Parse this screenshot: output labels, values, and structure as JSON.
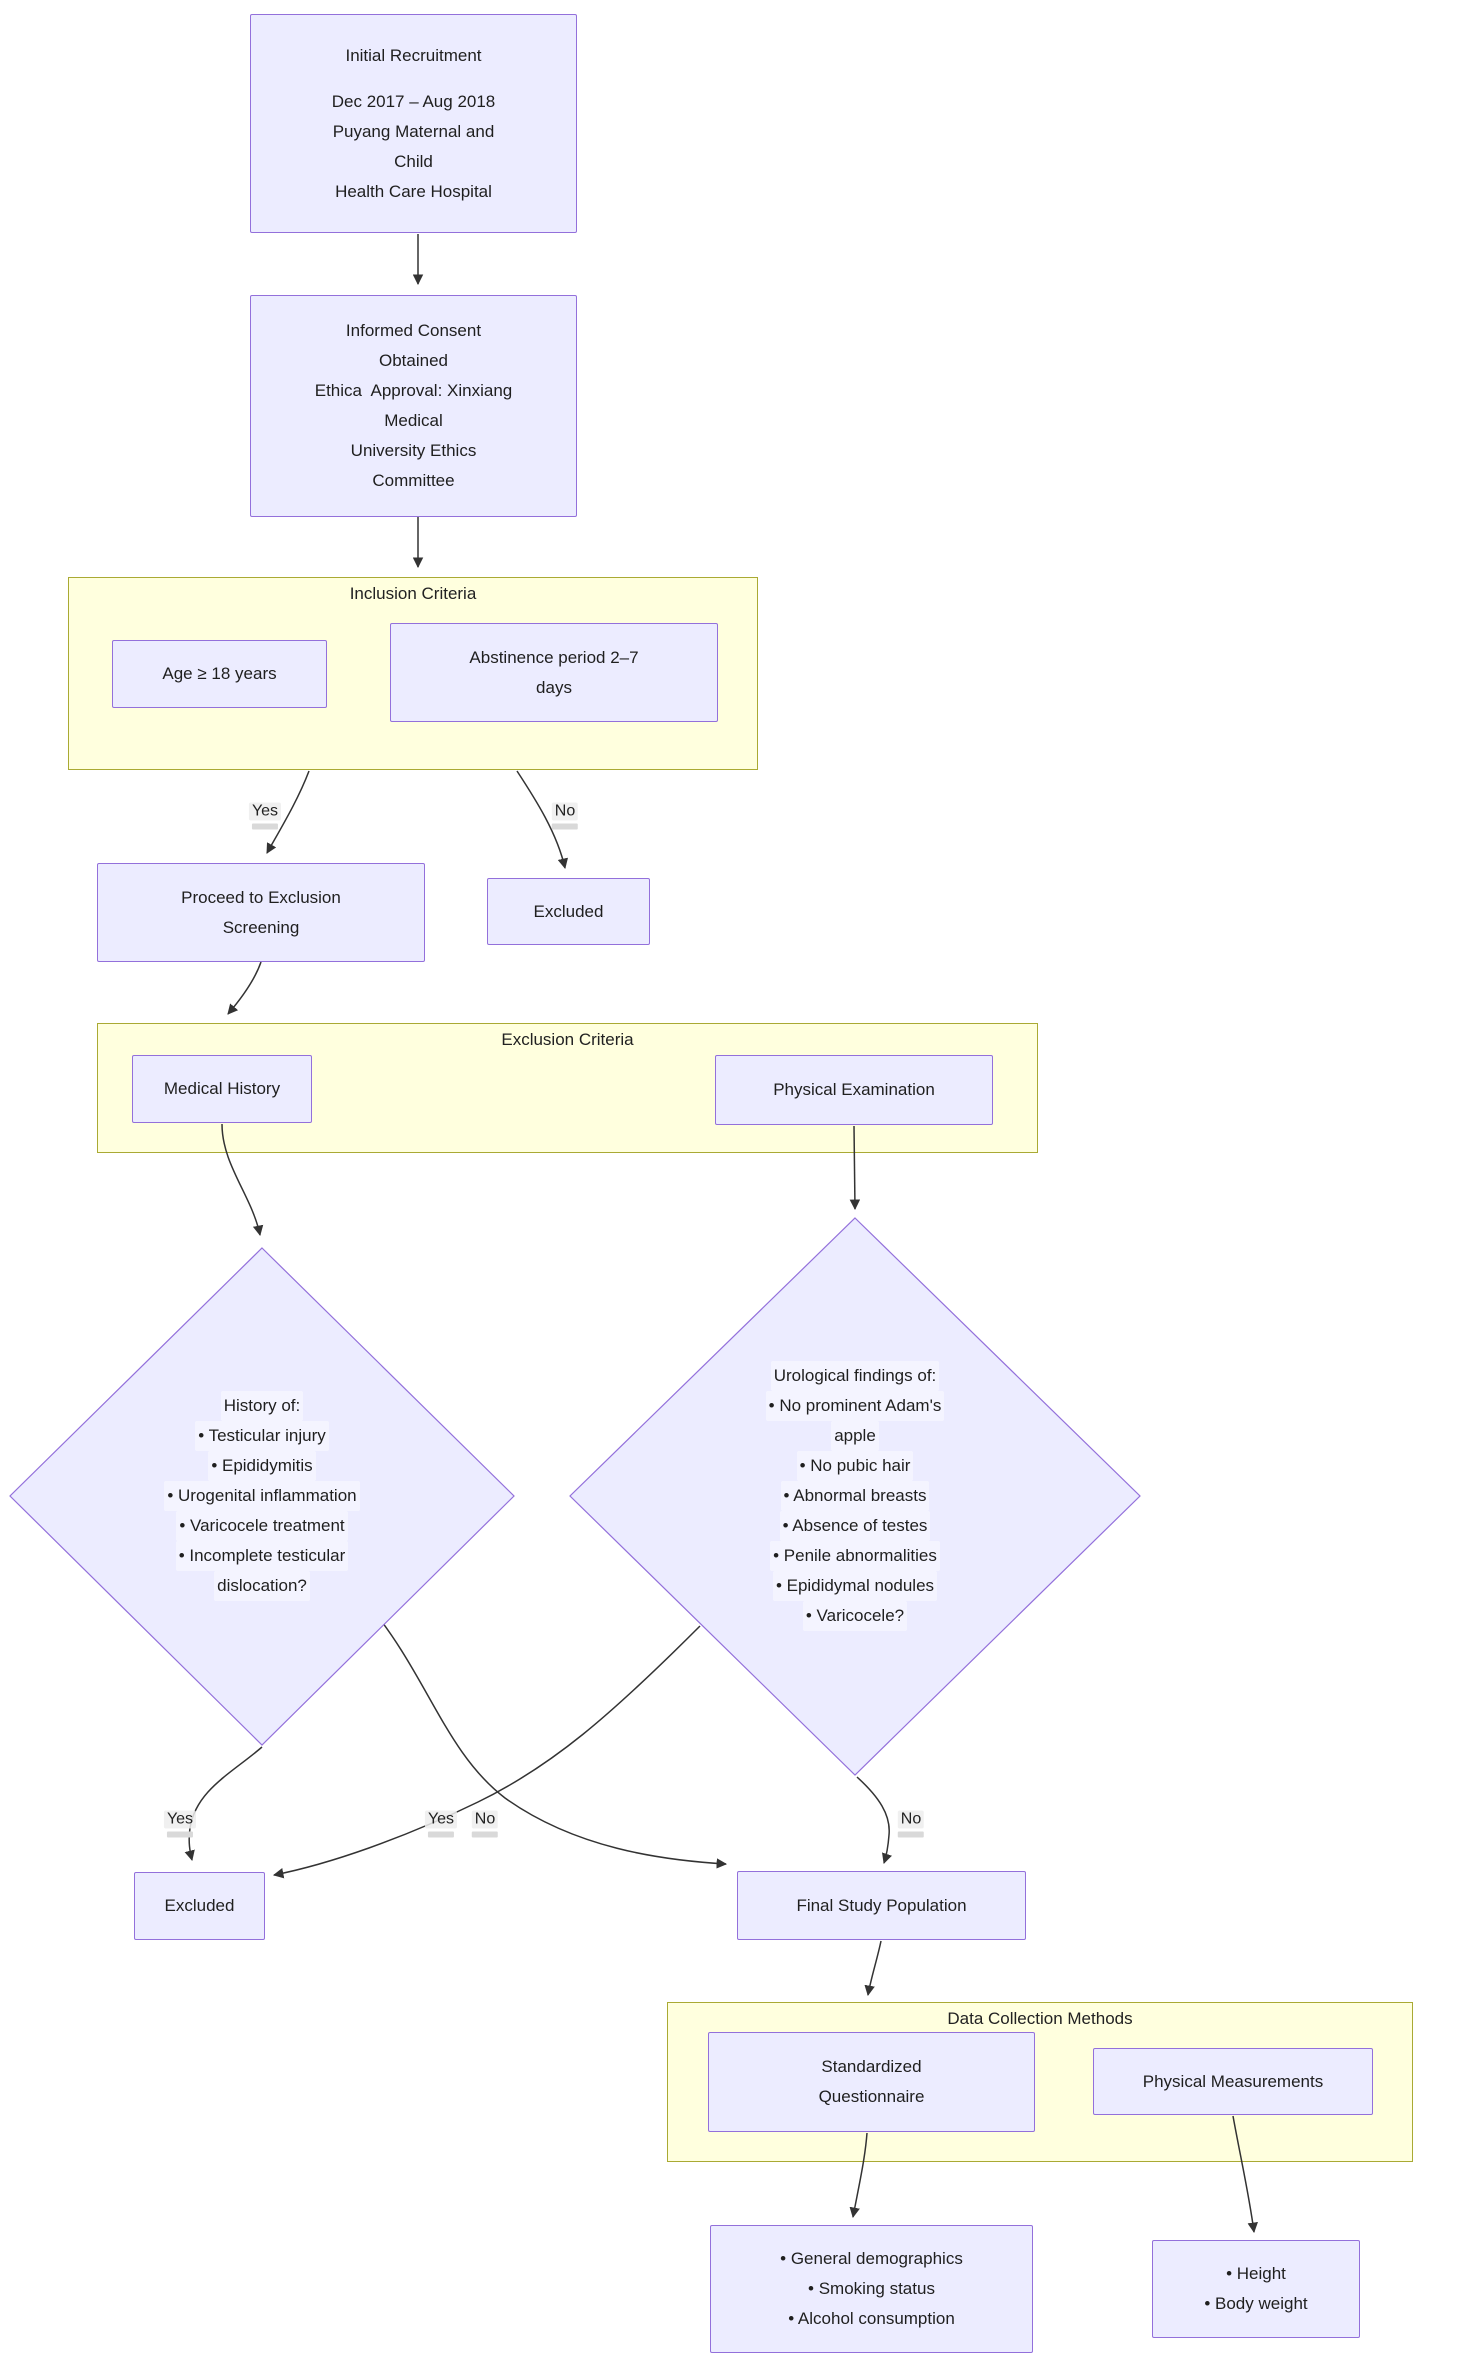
{
  "colors": {
    "node_fill": "#ECECFF",
    "node_border": "#9370DB",
    "cluster_fill": "#FFFFDE",
    "cluster_border": "#AAAA33",
    "edge": "#333333",
    "text": "#1F1F1F",
    "label_dash": "#D9D9D9",
    "background": "#FFFFFF"
  },
  "clusters": {
    "inclusion": {
      "title": "Inclusion Criteria"
    },
    "exclusion": {
      "title": "Exclusion Criteria"
    },
    "data_collection": {
      "title": "Data Collection Methods"
    }
  },
  "nodes": {
    "initial": {
      "lines": [
        "Initial Recruitment",
        "Dec 2017 – Aug 2018",
        "Puyang Maternal and",
        "Child",
        "Health Care Hospital"
      ]
    },
    "consent": {
      "lines": [
        "Informed Consent",
        "Obtained",
        "Ethica  Approval: Xinxiang",
        "Medical",
        "University Ethics",
        "Committee"
      ]
    },
    "age": {
      "lines": [
        "Age ≥ 18 years"
      ]
    },
    "abstinence": {
      "lines": [
        "Abstinence period 2–7",
        "days"
      ]
    },
    "proceed": {
      "lines": [
        "Proceed to Exclusion",
        "Screening"
      ]
    },
    "excluded1": {
      "lines": [
        "Excluded"
      ]
    },
    "medical_history": {
      "lines": [
        "Medical History"
      ]
    },
    "physical_exam": {
      "lines": [
        "Physical Examination"
      ]
    },
    "history_diamond": {
      "lines": [
        "History of:",
        "• Testicular injury",
        "• Epididymitis",
        "• Urogenital inflammation",
        "• Varicocele treatment",
        "• Incomplete testicular",
        "dislocation?"
      ]
    },
    "urological_diamond": {
      "lines": [
        "Urological findings of:",
        "• No prominent Adam's",
        "apple",
        "• No pubic hair",
        "• Abnormal breasts",
        "• Absence of testes",
        "• Penile abnormalities",
        "• Epididymal nodules",
        "• Varicocele?"
      ]
    },
    "excluded2": {
      "lines": [
        "Excluded"
      ]
    },
    "final_population": {
      "lines": [
        "Final Study Population"
      ]
    },
    "questionnaire": {
      "lines": [
        "Standardized",
        "Questionnaire"
      ]
    },
    "measurements": {
      "lines": [
        "Physical Measurements"
      ]
    },
    "demographics": {
      "lines": [
        "• General demographics",
        "• Smoking status",
        "• Alcohol consumption"
      ]
    },
    "height_weight": {
      "lines": [
        "• Height",
        "• Body weight"
      ]
    }
  },
  "edge_labels": {
    "incl_yes": "Yes",
    "incl_no": "No",
    "hist_yes": "Yes",
    "uro_yes": "Yes",
    "hist_no": "No",
    "uro_no": "No"
  }
}
